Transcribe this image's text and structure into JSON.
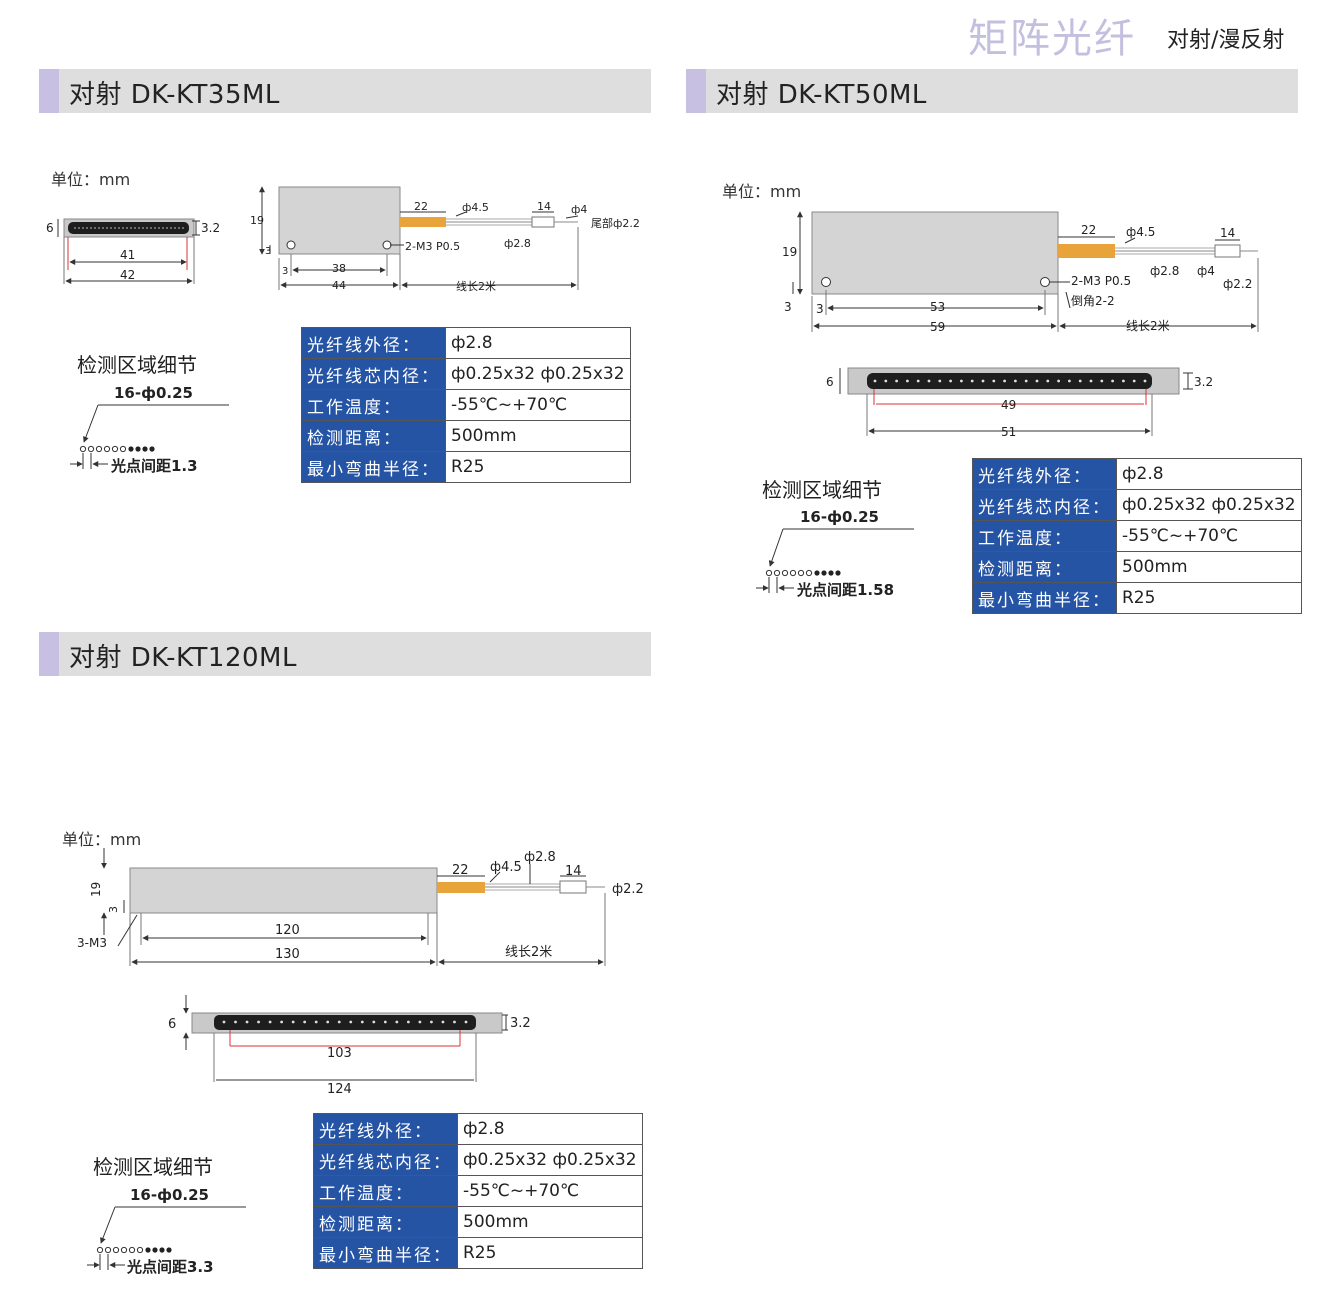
{
  "header": {
    "brand": "矩阵光纤",
    "subtitle": "对射/漫反射"
  },
  "common": {
    "unit": "单位：mm",
    "detail_title": "检测区域细节",
    "detail_hole": "16-ф0.25",
    "cable": "线长2米"
  },
  "spec_labels": [
    "光纤线外径：",
    "光纤线芯内径：",
    "工作温度：",
    "检测距离：",
    "最小弯曲半径："
  ],
  "spec_values": [
    "ф2.8",
    "ф0.25x32 ф0.25x32",
    "-55℃~+70℃",
    "500mm",
    "R25"
  ],
  "s1": {
    "title": "对射 DK-KT35ML",
    "pitch": "光点间距1.3",
    "dims": {
      "h6": "6",
      "t32": "3.2",
      "w41": "41",
      "w42": "42",
      "h19": "19",
      "h3": "3",
      "m3": "3",
      "w38": "38",
      "w44": "44",
      "l22": "22",
      "d45": "ф4.5",
      "l14": "14",
      "d4": "ф4",
      "tail": "尾部ф2.2",
      "d28": "ф2.8",
      "holes": "2-M3 P0.5"
    }
  },
  "s2": {
    "title": "对射 DK-KT50ML",
    "pitch": "光点间距1.58",
    "dims": {
      "h19": "19",
      "h3": "3",
      "m3": "3",
      "w53": "53",
      "w59": "59",
      "l22": "22",
      "d45": "ф4.5",
      "l14": "14",
      "d28": "ф2.8",
      "d4": "ф4",
      "d22": "ф2.2",
      "holes": "2-M3 P0.5",
      "chamfer": "倒角2-2",
      "h6": "6",
      "t32": "3.2",
      "w49": "49",
      "w51": "51"
    }
  },
  "s3": {
    "title": "对射 DK-KT120ML",
    "pitch": "光点间距3.3",
    "dims": {
      "h19": "19",
      "h3": "3",
      "holes": "3-M3",
      "w120": "120",
      "w130": "130",
      "l22": "22",
      "d45": "ф4.5",
      "d28": "ф2.8",
      "l14": "14",
      "d22": "ф2.2",
      "h6": "6",
      "t32": "3.2",
      "w103": "103",
      "w124": "124"
    }
  }
}
